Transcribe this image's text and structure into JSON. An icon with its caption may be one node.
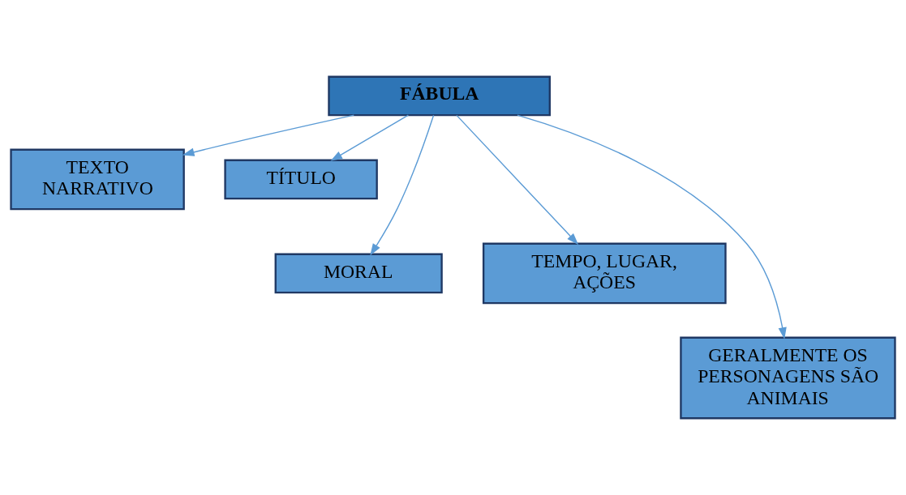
{
  "diagram": {
    "nodes": [
      {
        "text": [
          "FÁBULA"
        ]
      },
      {
        "text": [
          "TEXTO NARRATIVO"
        ]
      },
      {
        "text": [
          "TÍTULO"
        ]
      },
      {
        "text": [
          "MORAL"
        ]
      },
      {
        "text": [
          "TEMPO, LUGAR, AÇÕES"
        ]
      },
      {
        "text": [
          "GERALMENTE OS PERSONAGENS SÃO ANIMAIS"
        ]
      }
    ],
    "edges": [
      {
        "from": 0,
        "to": 1,
        "arrow": "to"
      },
      {
        "from": 0,
        "to": 3,
        "arrow": "to"
      },
      {
        "from": 0,
        "to": 5,
        "arrow": "to"
      },
      {
        "from": 0,
        "to": 4,
        "arrow": "to"
      },
      {
        "from": 0,
        "to": 2,
        "arrow": "to"
      }
    ]
  }
}
